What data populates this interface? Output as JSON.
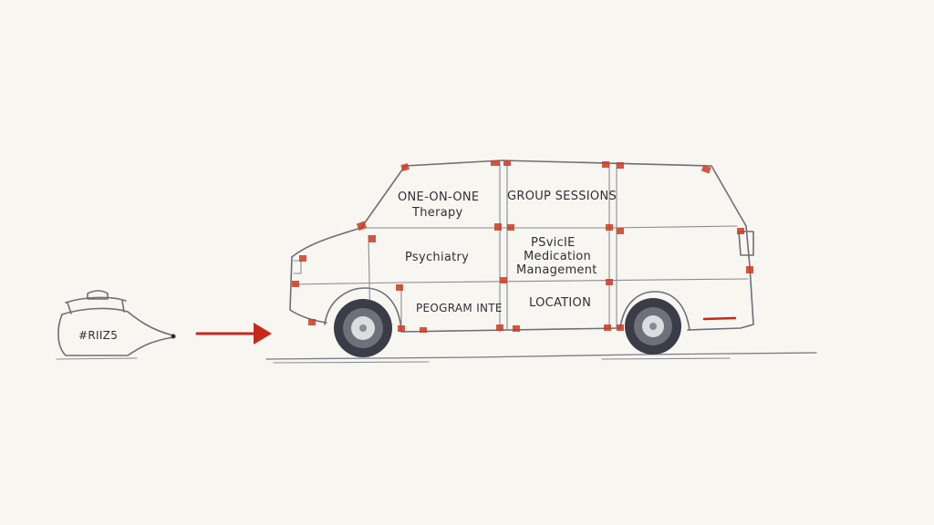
{
  "pot_label": "#RIIZ5",
  "sections": {
    "one_on_one": [
      "ONE-ON-ONE",
      "Therapy"
    ],
    "group": [
      "GROUP SESSIONS"
    ],
    "psychiatry": [
      "Psychiatry"
    ],
    "medication": [
      "PSvicIE",
      "Medication",
      "Management"
    ],
    "program": [
      "PEOGRAM INTE"
    ],
    "location": [
      "LOCATION"
    ]
  },
  "colors": {
    "accent_red": "#c8281a",
    "pencil": "#6d6f78",
    "paper": "#f7f6f1"
  }
}
